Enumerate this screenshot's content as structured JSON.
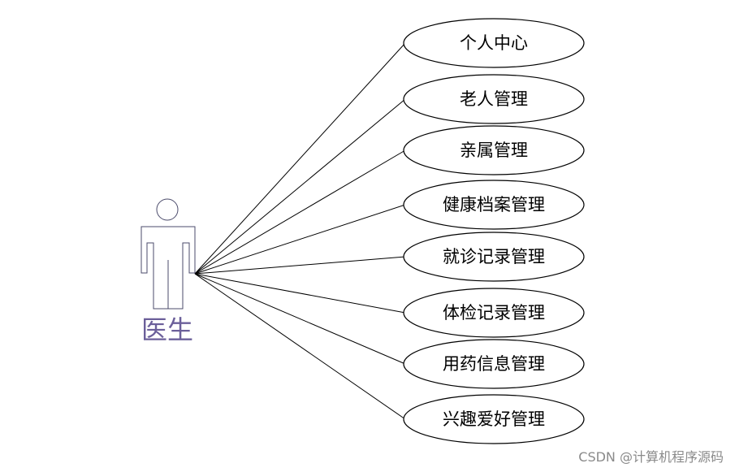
{
  "actor": {
    "label": "医生",
    "icon": "stick-figure-actor-icon"
  },
  "use_cases": [
    {
      "label": "个人中心"
    },
    {
      "label": "老人管理"
    },
    {
      "label": "亲属管理"
    },
    {
      "label": "健康档案管理"
    },
    {
      "label": "就诊记录管理"
    },
    {
      "label": "体检记录管理"
    },
    {
      "label": "用药信息管理"
    },
    {
      "label": "兴趣爱好管理"
    }
  ],
  "watermark": "CSDN @计算机程序源码",
  "colors": {
    "actor": "#6b5f9a",
    "lines": "#000000",
    "watermark": "#8a8a8a"
  }
}
